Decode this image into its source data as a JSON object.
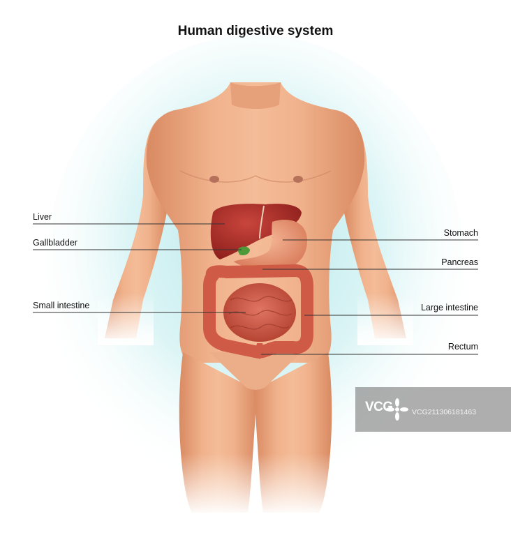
{
  "title": "Human digestive system",
  "labels": {
    "liver": "Liver",
    "gallbladder": "Gallbladder",
    "small_intestine": "Small intestine",
    "stomach": "Stomach",
    "pancreas": "Pancreas",
    "large_intestine": "Large intestine",
    "rectum": "Rectum"
  },
  "watermark": {
    "logo": "VCG",
    "id": "VCG211306181463"
  },
  "colors": {
    "skin": "#e9a27a",
    "skin_shadow": "#c97c55",
    "glow": "#a8e3e6",
    "liver": "#a52a2a",
    "stomach": "#e79a7a",
    "pancreas": "#f0b840",
    "intestine": "#c8503f",
    "leader_line": "#333333"
  }
}
